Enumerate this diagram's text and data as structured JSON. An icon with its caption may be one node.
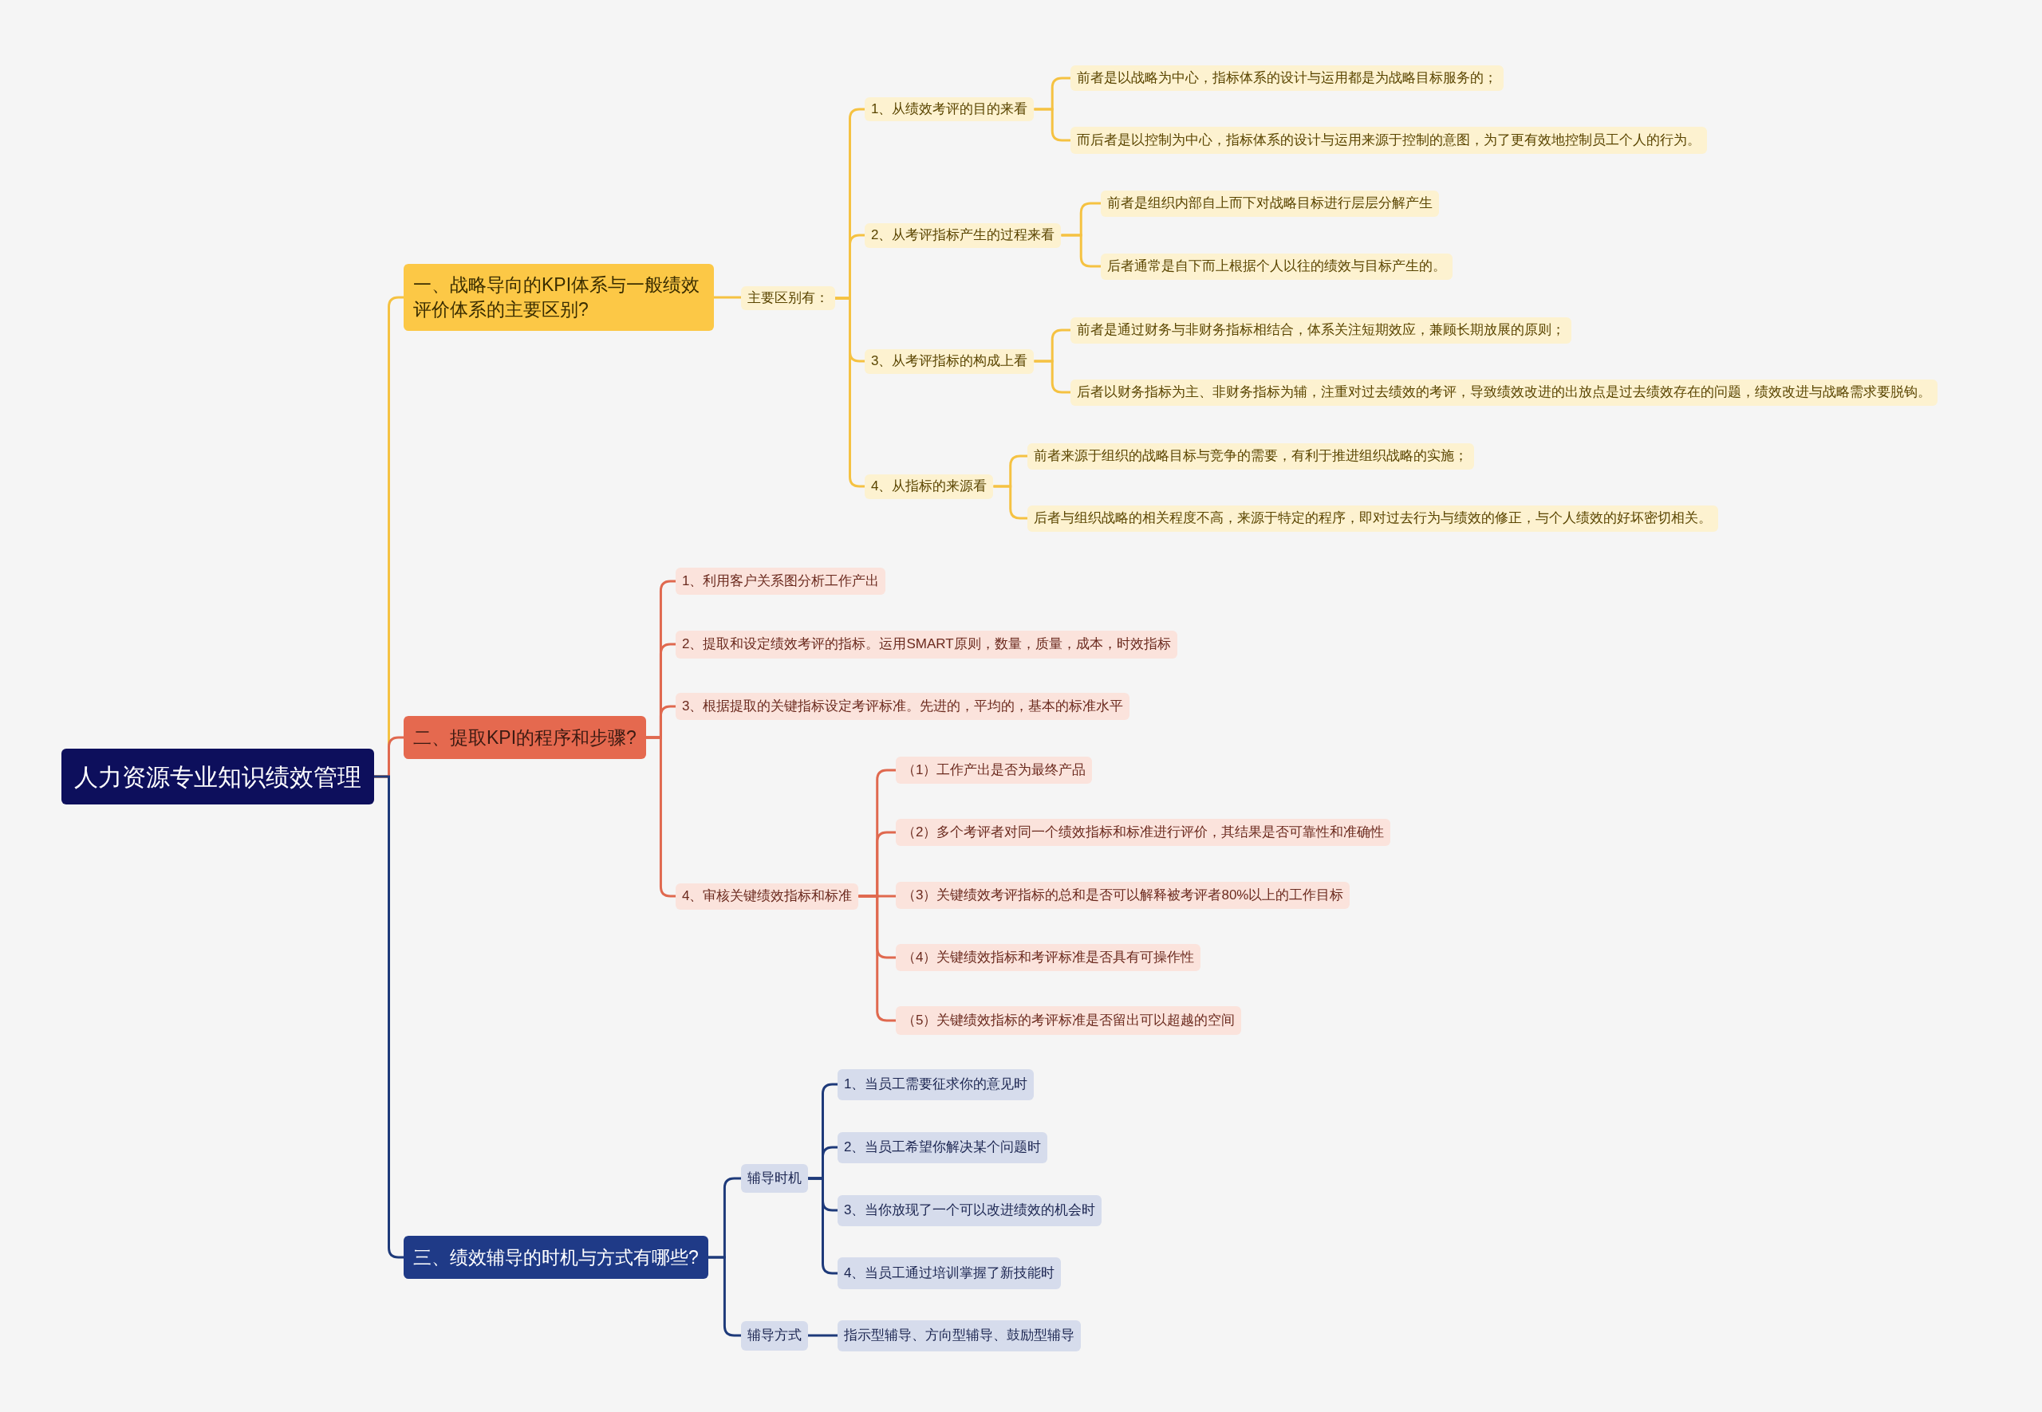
{
  "diagram": {
    "nodes": [
      {
        "text": [
          "人力资源专业知识绩效管理"
        ]
      },
      {
        "text": [
          "一、战略导向的KPI体系与一般绩效评价体系的主要区别?"
        ]
      },
      {
        "text": [
          "主要区别有："
        ]
      },
      {
        "text": [
          "1、从绩效考评的目的来看"
        ]
      },
      {
        "text": [
          "前者是以战略为中心，指标体系的设计与运用都是为战略目标服务的；"
        ]
      },
      {
        "text": [
          "而后者是以控制为中心，指标体系的设计与运用来源于控制的意图，为了更有效地控制员工个人的行为。"
        ]
      },
      {
        "text": [
          "2、从考评指标产生的过程来看"
        ]
      },
      {
        "text": [
          "前者是组织内部自上而下对战略目标进行层层分解产生"
        ]
      },
      {
        "text": [
          "后者通常是自下而上根据个人以往的绩效与目标产生的。"
        ]
      },
      {
        "text": [
          "3、从考评指标的构成上看"
        ]
      },
      {
        "text": [
          "前者是通过财务与非财务指标相结合，体系关注短期效应，兼顾长期放展的原则；"
        ]
      },
      {
        "text": [
          "后者以财务指标为主、非财务指标为辅，注重对过去绩效的考评，导致绩效改进的出放点是过去绩效存在的问题，绩效改进与战略需求要脱钩。"
        ]
      },
      {
        "text": [
          "4、从指标的来源看"
        ]
      },
      {
        "text": [
          "前者来源于组织的战略目标与竞争的需要，有利于推进组织战略的实施；"
        ]
      },
      {
        "text": [
          "后者与组织战略的相关程度不高，来源于特定的程序，即对过去行为与绩效的修正，与个人绩效的好坏密切相关。"
        ]
      },
      {
        "text": [
          "二、提取KPI的程序和步骤?"
        ]
      },
      {
        "text": [
          "1、利用客户关系图分析工作产出"
        ]
      },
      {
        "text": [
          "2、提取和设定绩效考评的指标。运用SMART原则，数量，质量，成本，时效指标"
        ]
      },
      {
        "text": [
          "3、根据提取的关键指标设定考评标准。先进的，平均的，基本的标准水平"
        ]
      },
      {
        "text": [
          "4、审核关键绩效指标和标准"
        ]
      },
      {
        "text": [
          "（1）工作产出是否为最终产品"
        ]
      },
      {
        "text": [
          "（2）多个考评者对同一个绩效指标和标准进行评价，其结果是否可靠性和准确性"
        ]
      },
      {
        "text": [
          "（3）关键绩效考评指标的总和是否可以解释被考评者80%以上的工作目标"
        ]
      },
      {
        "text": [
          "（4）关键绩效指标和考评标准是否具有可操作性"
        ]
      },
      {
        "text": [
          "（5）关键绩效指标的考评标准是否留出可以超越的空间"
        ]
      },
      {
        "text": [
          "三、绩效辅导的时机与方式有哪些?"
        ]
      },
      {
        "text": [
          "辅导时机"
        ]
      },
      {
        "text": [
          "1、当员工需要征求你的意见时"
        ]
      },
      {
        "text": [
          "2、当员工希望你解决某个问题时"
        ]
      },
      {
        "text": [
          "3、当你放现了一个可以改进绩效的机会时"
        ]
      },
      {
        "text": [
          "4、当员工通过培训掌握了新技能时"
        ]
      },
      {
        "text": [
          "辅导方式"
        ]
      },
      {
        "text": [
          "指示型辅导、方向型辅导、鼓励型辅导"
        ]
      }
    ],
    "edges": [
      {
        "from": 0,
        "to": 1,
        "arrow": "none"
      },
      {
        "from": 1,
        "to": 2,
        "arrow": "none"
      },
      {
        "from": 2,
        "to": 3,
        "arrow": "none"
      },
      {
        "from": 3,
        "to": 4,
        "arrow": "none"
      },
      {
        "from": 3,
        "to": 5,
        "arrow": "none"
      },
      {
        "from": 2,
        "to": 6,
        "arrow": "none"
      },
      {
        "from": 6,
        "to": 7,
        "arrow": "none"
      },
      {
        "from": 6,
        "to": 8,
        "arrow": "none"
      },
      {
        "from": 2,
        "to": 9,
        "arrow": "none"
      },
      {
        "from": 9,
        "to": 10,
        "arrow": "none"
      },
      {
        "from": 9,
        "to": 11,
        "arrow": "none"
      },
      {
        "from": 2,
        "to": 12,
        "arrow": "none"
      },
      {
        "from": 12,
        "to": 13,
        "arrow": "none"
      },
      {
        "from": 12,
        "to": 14,
        "arrow": "none"
      },
      {
        "from": 0,
        "to": 15,
        "arrow": "none",
        "color": "#e0694f"
      },
      {
        "from": 15,
        "to": 16,
        "arrow": "none",
        "color": "#e0694f"
      },
      {
        "from": 15,
        "to": 17,
        "arrow": "none",
        "color": "#e0694f"
      },
      {
        "from": 15,
        "to": 18,
        "arrow": "none",
        "color": "#e0694f"
      },
      {
        "from": 15,
        "to": 19,
        "arrow": "none",
        "color": "#e0694f"
      },
      {
        "from": 19,
        "to": 20,
        "arrow": "none",
        "color": "#e0694f"
      },
      {
        "from": 19,
        "to": 21,
        "arrow": "none",
        "color": "#e0694f"
      },
      {
        "from": 19,
        "to": 22,
        "arrow": "none",
        "color": "#e0694f"
      },
      {
        "from": 19,
        "to": 23,
        "arrow": "none",
        "color": "#e0694f"
      },
      {
        "from": 19,
        "to": 24,
        "arrow": "none",
        "color": "#e0694f"
      },
      {
        "from": 0,
        "to": 25,
        "arrow": "none",
        "color": "#1e3a7a"
      },
      {
        "from": 25,
        "to": 26,
        "arrow": "none",
        "color": "#1e3a7a"
      },
      {
        "from": 26,
        "to": 27,
        "arrow": "none",
        "color": "#1e3a7a"
      },
      {
        "from": 26,
        "to": 28,
        "arrow": "none",
        "color": "#1e3a7a"
      },
      {
        "from": 26,
        "to": 29,
        "arrow": "none",
        "color": "#1e3a7a"
      },
      {
        "from": 26,
        "to": 30,
        "arrow": "none",
        "color": "#1e3a7a"
      },
      {
        "from": 25,
        "to": 31,
        "arrow": "none",
        "color": "#1e3a7a"
      },
      {
        "from": 31,
        "to": 32,
        "arrow": "none",
        "color": "#1e3a7a"
      }
    ]
  }
}
